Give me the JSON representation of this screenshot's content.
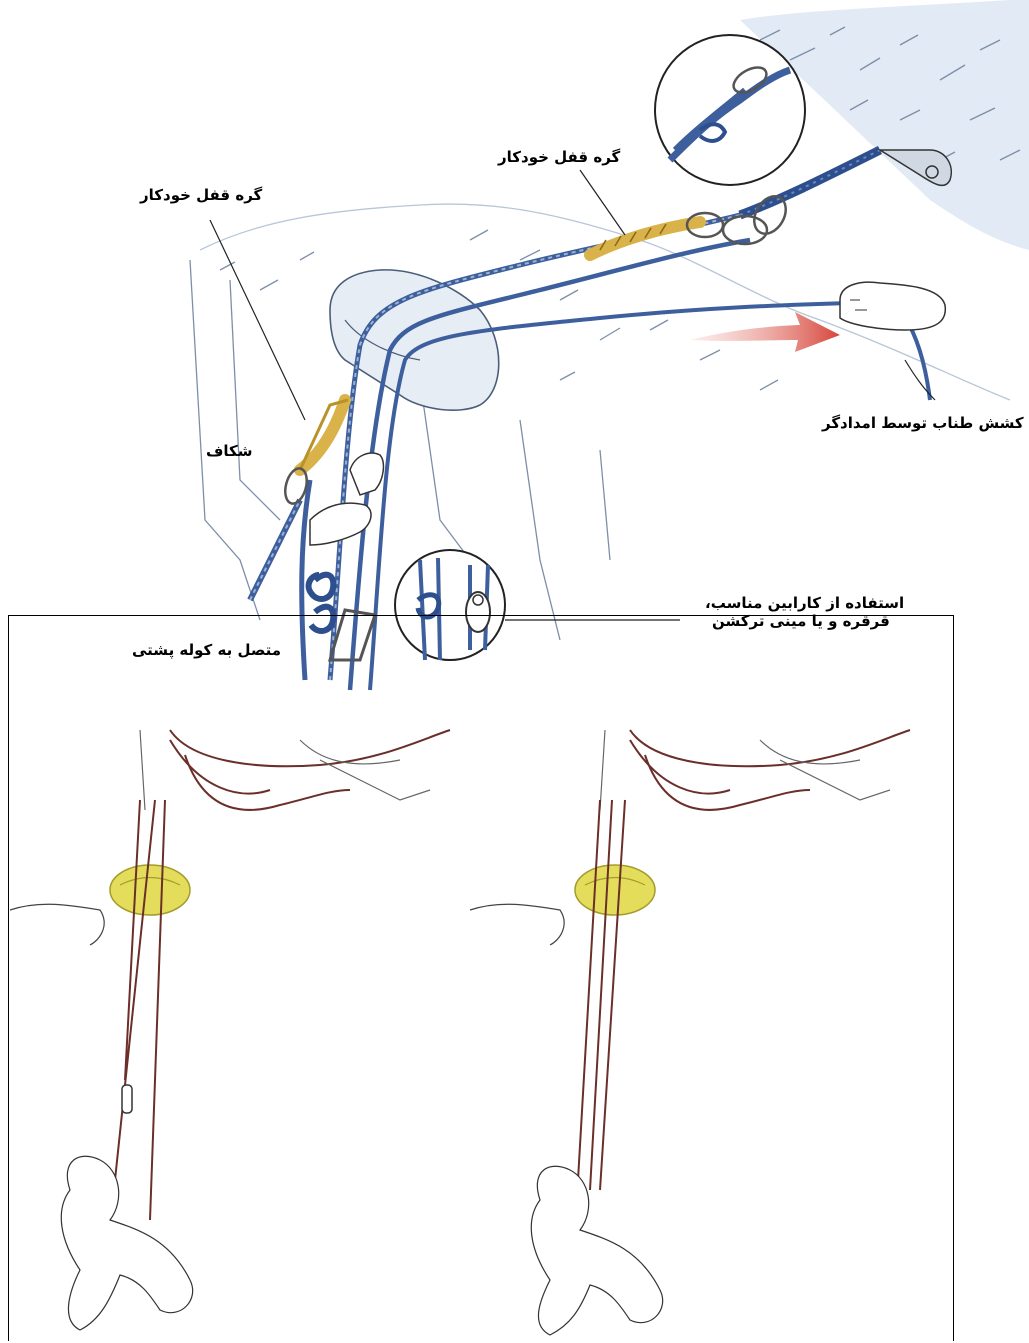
{
  "labels": {
    "autoblock_knot_right": "گره قفل خودکار",
    "autoblock_knot_left": "گره قفل خودکار",
    "crack": "شکاف",
    "rescuer_pull": "کشش طناب توسط امدادگر",
    "connected_to_backpack": "متصل به کوله پشتی",
    "use_equipment_line1": "استفاده از کارابین مناسب،",
    "use_equipment_line2": "قرقره و یا مینی ترکشن"
  },
  "colors": {
    "rope_blue": "#3d5f9e",
    "rope_light": "#9fb3cf",
    "knot_gold": "#d9b24a",
    "arrow_red": "#d6453a",
    "rock_shade": "#cfdceb",
    "backpack_yellow": "#e4dd5c",
    "rope_brown": "#6b2f2a"
  }
}
